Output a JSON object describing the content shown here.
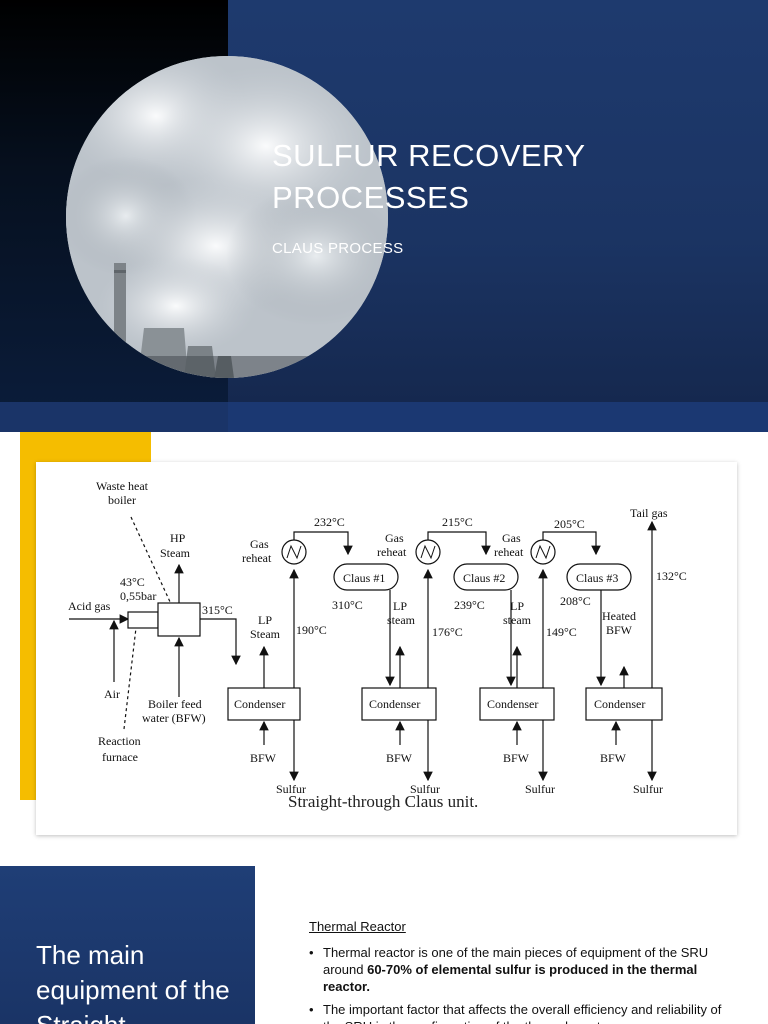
{
  "slide1": {
    "title_line1": "SULFUR RECOVERY",
    "title_line2": "PROCESSES",
    "subtitle": "CLAUS PROCESS",
    "image": "industrial-smokestacks-photo"
  },
  "slide2": {
    "labels": {
      "waste_heat_boiler_1": "Waste heat",
      "waste_heat_boiler_2": "boiler",
      "hp_steam_1": "HP",
      "hp_steam_2": "Steam",
      "t43": "43°C",
      "p055": "0,55bar",
      "acid_gas": "Acid gas",
      "t315": "315°C",
      "air": "Air",
      "bfw_feed_1": "Boiler feed",
      "bfw_feed_2": "water (BFW)",
      "reaction_furnace_1": "Reaction",
      "reaction_furnace_2": "furnace",
      "gas_reheat_1a": "Gas",
      "gas_reheat_1b": "reheat",
      "gas_reheat_2a": "Gas",
      "gas_reheat_2b": "reheat",
      "gas_reheat_3a": "Gas",
      "gas_reheat_3b": "reheat",
      "t232": "232°C",
      "t215": "215°C",
      "t205": "205°C",
      "claus1": "Claus #1",
      "claus2": "Claus #2",
      "claus3": "Claus #3",
      "t310": "310°C",
      "t239": "239°C",
      "t208": "208°C",
      "lp_steam_1a": "LP",
      "lp_steam_1b": "Steam",
      "lp_steam_2a": "LP",
      "lp_steam_2b": "steam",
      "lp_steam_3a": "LP",
      "lp_steam_3b": "steam",
      "heated_bfw_1": "Heated",
      "heated_bfw_2": "BFW",
      "t190": "190°C",
      "t176": "176°C",
      "t149": "149°C",
      "tail_gas": "Tail gas",
      "t132": "132°C",
      "condenser": "Condenser",
      "bfw": "BFW",
      "sulfur": "Sulfur"
    },
    "caption": "Straight-through Claus unit."
  },
  "slide3": {
    "heading": "The main equipment of the Straight",
    "section_title": "Thermal Reactor",
    "bullet1_prefix": "Thermal reactor is one of the main pieces of equipment of the SRU around ",
    "bullet1_bold": "60-70% of elemental sulfur is produced in the thermal reactor.",
    "bullet2": "The important factor that affects the overall efficiency and reliability of the SRU is the configuration of the thermal reactor."
  }
}
